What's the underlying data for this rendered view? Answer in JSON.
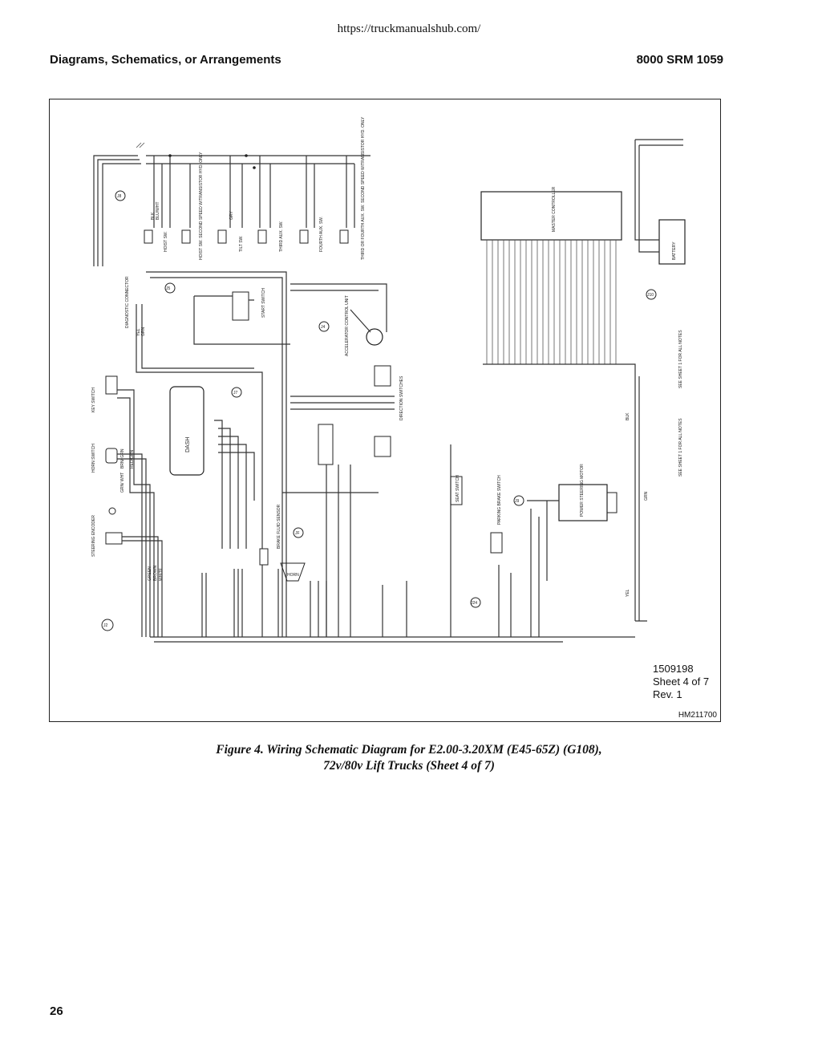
{
  "header": {
    "url": "https://truckmanualshub.com/",
    "section_title": "Diagrams, Schematics, or Arrangements",
    "doc_code": "8000 SRM 1059"
  },
  "drawing": {
    "part_number": "1509198",
    "sheet": "Sheet 4 of 7",
    "revision": "Rev. 1",
    "drawing_id": "HM211700",
    "labels": {
      "master_controller": "MASTER CONTROLLER",
      "battery": "BATTERY",
      "dash": "DASH",
      "key_switch": "KEY SWITCH",
      "horn_switch": "HORN SWITCH",
      "steering_encoder": "STEERING ENCODER",
      "diagnostic_connector": "DIAGNOSTIC CONNECTOR",
      "start_switch": "START SWITCH",
      "accel_unit": "ACCELERATOR CONTROL UNIT",
      "direction_switches": "DIRECTION SWITCHES",
      "seat_switch": "SEAT SWITCH",
      "parking_brake_switch": "PARKING BRAKE SWITCH",
      "power_steering_motor": "POWER STEERING MOTOR",
      "brake_fluid_sensor": "BRAKE FLUID SENSOR",
      "horn": "HORN",
      "hoist_sw": "HOIST SW.",
      "hoist_sw_second": "HOIST SW. SECOND SPEED W/TRANSISTOR HYD. ONLY",
      "tilt_sw": "TILT SW.",
      "third_aux_sw": "THIRD AUX. SW.",
      "fourth_aux_sw": "FOURTH AUX. SW.",
      "third_fourth_aux": "THIRD OR FOURTH AUX. SW. SECOND SPEED W/TRANSISTOR HYD. ONLY",
      "see_sheet_1": "SEE SHEET 1 FOR ALL NOTES",
      "see_sheet_1b": "SEE SHEET 1 FOR ALL NOTES"
    },
    "wire_colors": {
      "blk": "BLK",
      "blu_wht": "BLU/WHT",
      "gry": "GRY",
      "yel": "YEL",
      "grn": "GRN",
      "red_grn": "RED/GRN",
      "brn_grn": "BRN/ GRN",
      "grn_wht": "GRN/ WHT",
      "brown": "BROWN",
      "white": "WHITE",
      "green": "GREEN"
    },
    "connectors": {
      "j8": "J8",
      "j5": "J5",
      "j4": "J4",
      "j7": "J7",
      "j2": "J2",
      "jf": "JF",
      "j24": "J24",
      "j9": "J9",
      "j10": "J10"
    }
  },
  "caption": {
    "line1": "Figure 4.  Wiring Schematic Diagram for E2.00-3.20XM (E45-65Z) (G108),",
    "line2": "72v/80v Lift Trucks (Sheet 4 of 7)"
  },
  "footer": {
    "page_number": "26"
  }
}
